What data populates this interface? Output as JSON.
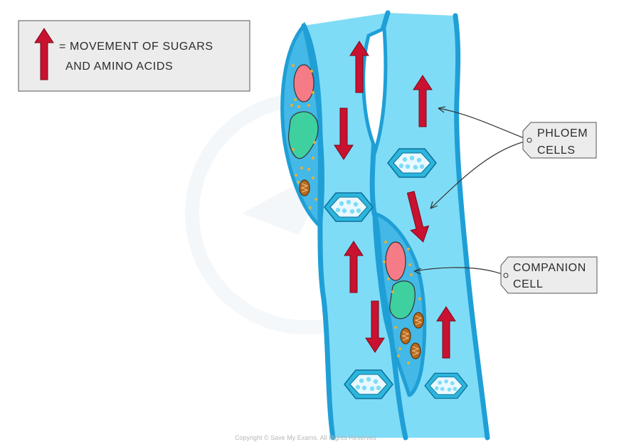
{
  "legend": {
    "line1": "= MOVEMENT  OF  SUGARS",
    "line2": "AND  AMINO  ACIDS",
    "arrow_color": "#c81230"
  },
  "labels": {
    "phloem": {
      "line1": "PHLOEM",
      "line2": "CELLS"
    },
    "companion": {
      "line1": "COMPANION",
      "line2": "CELL"
    }
  },
  "footer": {
    "text": "Copyright © Save My Exams. All Rights Reserved"
  },
  "colors": {
    "tube_fill": "#7fdcf7",
    "wall": "#1f9fd6",
    "companion_fill": "#44b8e6",
    "nucleus": "#f57b86",
    "organelle": "#3fd0a0",
    "sieve_plate": "#2bb6dc",
    "arrow": "#c81230",
    "tag_fill": "#ececec"
  },
  "icons": [
    "up-arrow-icon",
    "down-arrow-icon",
    "sieve-plate-icon",
    "nucleus-icon",
    "mitochondrion-icon"
  ]
}
